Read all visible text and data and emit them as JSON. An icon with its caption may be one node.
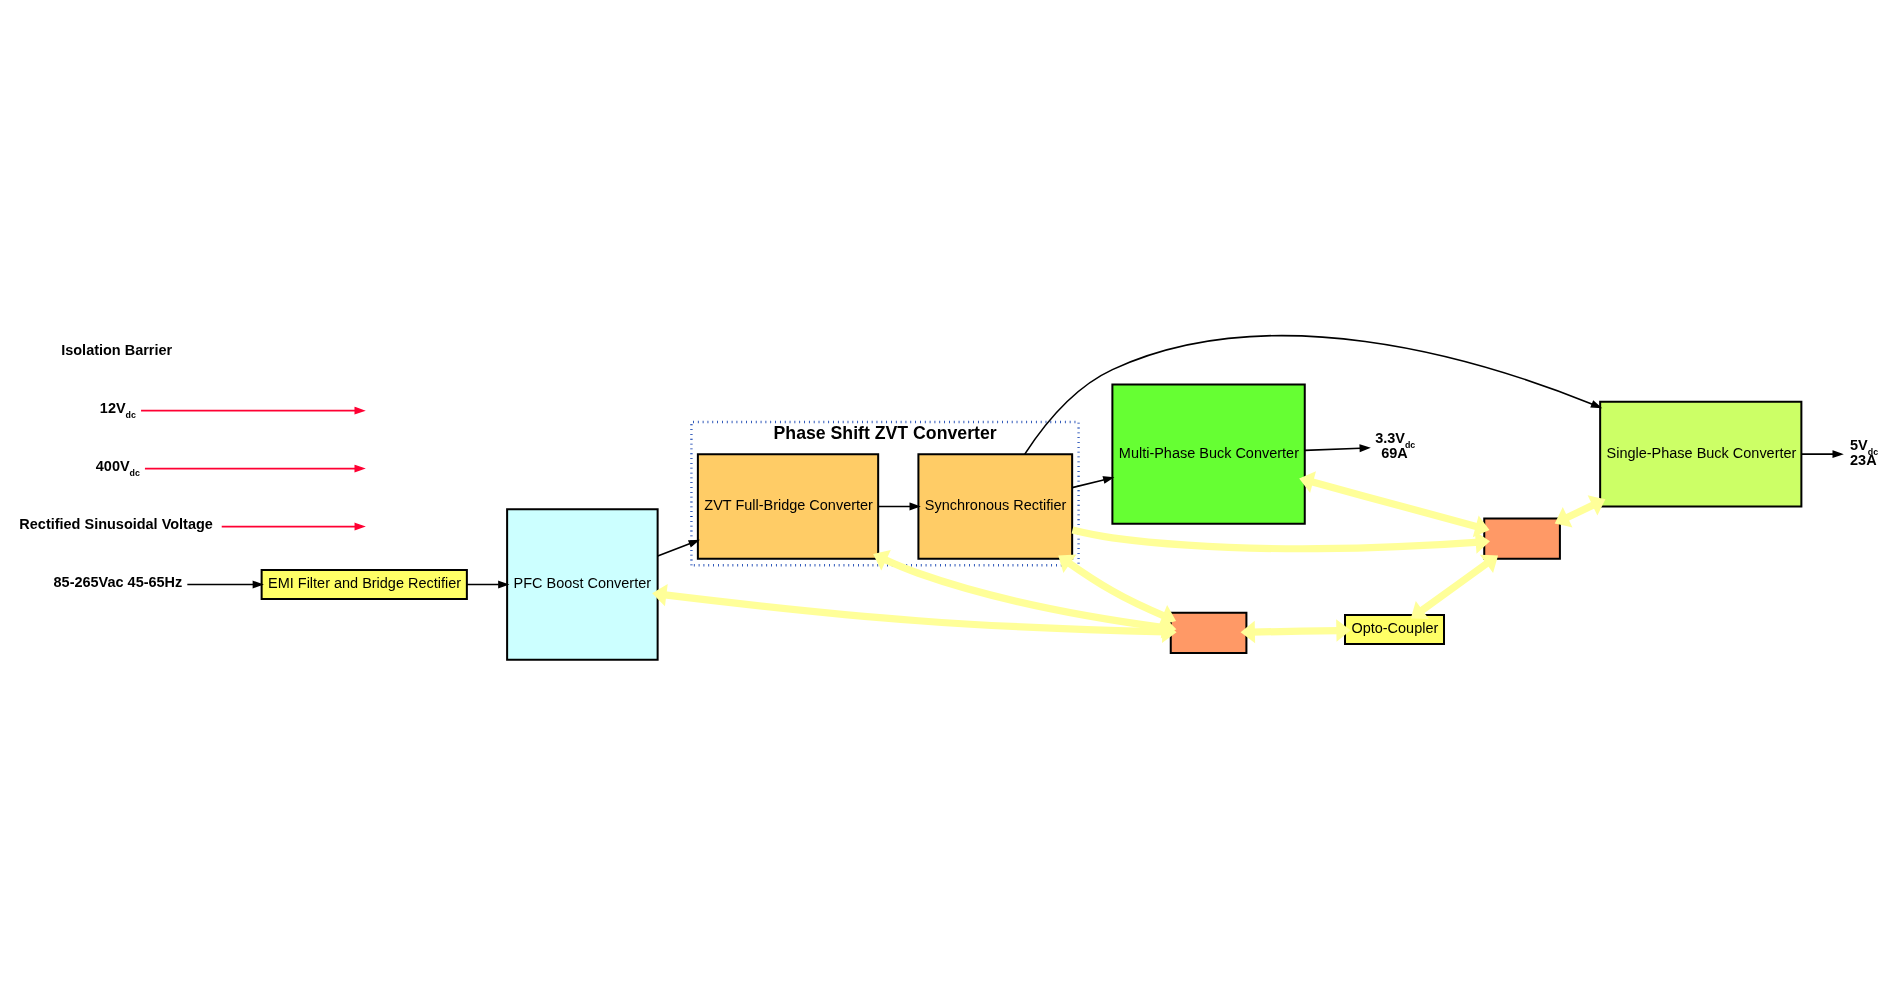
{
  "diagram": {
    "nodes": [
      {
        "text": [
          "EMI Filter and Bridge Rectifier"
        ]
      },
      {
        "text": [
          "PFC Boost Converter"
        ]
      },
      {
        "text": [
          "Phase Shift ZVT Converter"
        ]
      },
      {
        "text": [
          "ZVT Full-Bridge Converter"
        ],
        "in": 2
      },
      {
        "text": [
          "Synchronous Rectifier"
        ],
        "in": 2
      },
      {
        "text": [
          "Multi-Phase Buck Converter"
        ]
      },
      {
        "text": [
          "Single-Phase Buck Converter"
        ]
      },
      {
        "text": [],
        "shape": "box"
      },
      {
        "text": [
          "Opto-Coupler"
        ]
      },
      {
        "text": [],
        "shape": "box"
      },
      {
        "text": [
          "85-265Vac 45-65Hz"
        ]
      },
      {
        "text": [
          "Rectified Sinusoidal Voltage"
        ]
      },
      {
        "text": [
          "400V$_{dc}$"
        ]
      },
      {
        "text": [
          "12V$_{dc}$"
        ]
      },
      {
        "text": [
          "3.3V$_{dc}$",
          "69A"
        ]
      },
      {
        "text": [
          "5V$_{dc}$",
          "23A"
        ]
      }
    ],
    "edges": [
      {
        "from": 10,
        "to": 0,
        "arrow": "to"
      },
      {
        "from": 0,
        "to": 1,
        "arrow": "to"
      },
      {
        "from": 1,
        "to": 3,
        "arrow": "to"
      },
      {
        "from": 3,
        "to": 4,
        "arrow": "to"
      },
      {
        "from": 4,
        "to": 5,
        "arrow": "to"
      },
      {
        "from": 4,
        "to": 6,
        "arrow": "to"
      },
      {
        "from": 1,
        "to": 7,
        "arrow": "both",
        "style": "thick",
        "color": "#ffff99"
      },
      {
        "from": 3,
        "to": 7,
        "arrow": "both",
        "style": "thick",
        "color": "#ffff99"
      },
      {
        "from": 4,
        "to": 7,
        "arrow": "both",
        "style": "thick",
        "color": "#ffff99"
      },
      {
        "from": 7,
        "to": 8,
        "arrow": "both",
        "style": "thick",
        "color": "#ffff99"
      },
      {
        "from": 8,
        "to": 9,
        "arrow": "both",
        "style": "thick",
        "color": "#ffff99"
      },
      {
        "from": 4,
        "to": 9,
        "arrow": "to",
        "style": "thick",
        "color": "#ffff99"
      },
      {
        "from": 5,
        "to": 9,
        "arrow": "both",
        "style": "thick",
        "color": "#ffff99"
      },
      {
        "from": 9,
        "to": 6,
        "arrow": "both",
        "style": "thick",
        "color": "#ffff99"
      },
      {
        "from": 5,
        "to": 14,
        "arrow": "to"
      },
      {
        "from": 6,
        "to": 15,
        "arrow": "to"
      },
      {
        "from": 11,
        "to": null,
        "arrow": "to",
        "color": "#ff0033"
      },
      {
        "from": 12,
        "to": null,
        "arrow": "to",
        "color": "#ff0033"
      },
      {
        "from": 13,
        "to": null,
        "arrow": "to",
        "color": "#ff0033"
      }
    ],
    "labels": [
      "Isolation Barrier"
    ]
  }
}
